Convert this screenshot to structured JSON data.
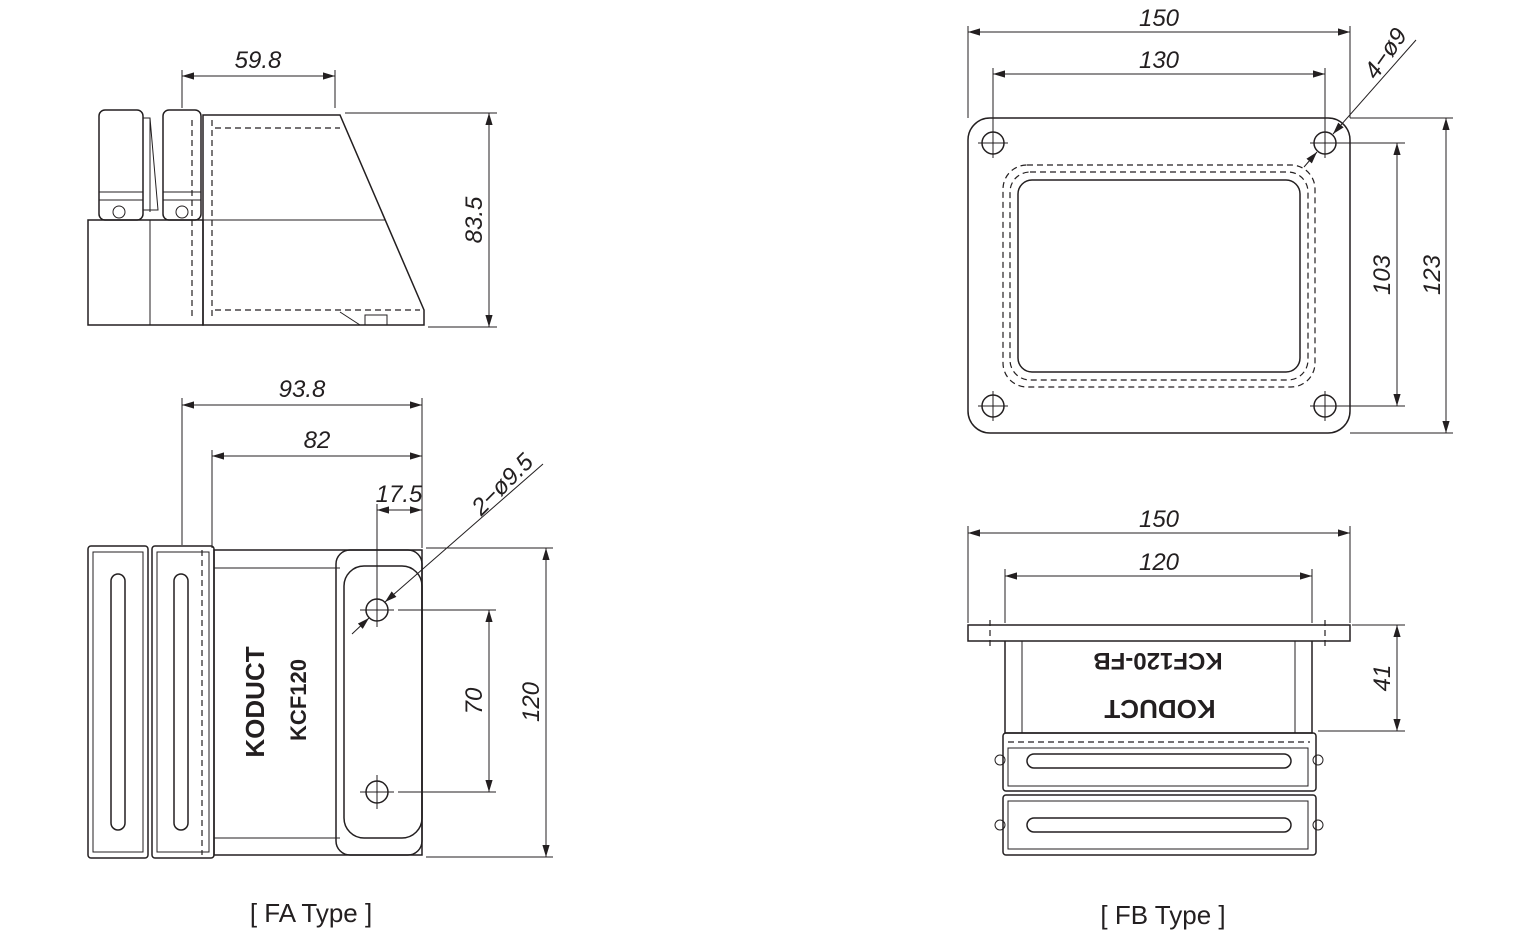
{
  "fa": {
    "caption": "[ FA Type ]",
    "dim_top_width": "59.8",
    "dim_side_height": "83.5",
    "dim_overall_width": "93.8",
    "dim_inner_width": "82",
    "dim_hole_offset": "17.5",
    "dim_holes": "2−ø9.5",
    "dim_hole_pitch": "70",
    "dim_overall_height": "120",
    "brand": "KODUCT",
    "model": "KCF120"
  },
  "fb": {
    "caption": "[ FB Type ]",
    "dim_flange_width": "150",
    "dim_hole_pitch_x": "130",
    "dim_holes": "4−ø9",
    "dim_hole_pitch_y": "103",
    "dim_flange_height": "123",
    "dim_side_width": "150",
    "dim_side_inner": "120",
    "dim_side_height": "41",
    "brand": "KODUCT",
    "model": "KCF120-FB"
  },
  "colors": {
    "ink": "#231f20",
    "paper": "#ffffff"
  }
}
